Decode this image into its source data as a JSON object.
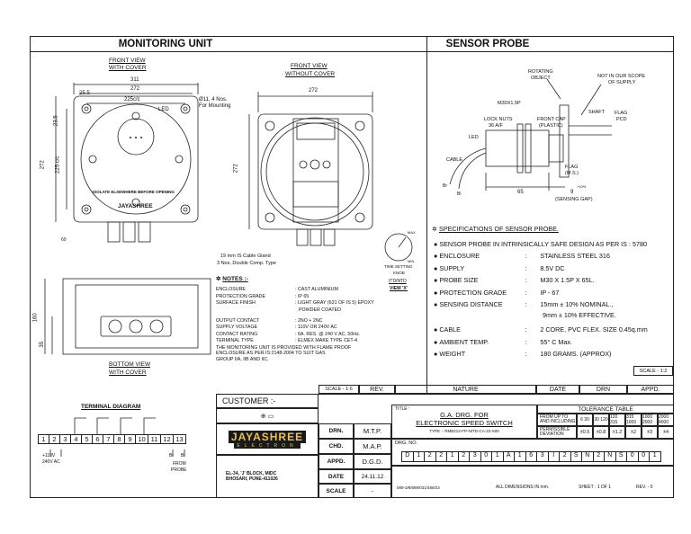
{
  "headers": {
    "monitoring": "MONITORING UNIT",
    "sensor": "SENSOR PROBE"
  },
  "views": {
    "front_with_cover": [
      "FRONT VIEW",
      "WITH COVER"
    ],
    "front_without_cover": [
      "FRONT VIEW",
      "WITHOUT COVER"
    ],
    "bottom_with_cover": [
      "BOTTOM VIEW",
      "WITH COVER"
    ]
  },
  "dims": {
    "d311": "311",
    "d272a": "272",
    "d225": "225c/c",
    "d255": "25.5",
    "mounting": [
      "Ø11, 4 Nos.",
      "For Mounting"
    ],
    "led": "LED",
    "v272": "272",
    "v225": "225 c/c",
    "v235": "23.5",
    "d60": "60",
    "d272b": "272",
    "v272b": "272",
    "d160": "160",
    "d35": "35"
  },
  "cover_text": {
    "isolate": "ISOLATE ELSEWHERE BEFORE OPENING",
    "brand": "JAYASHREE"
  },
  "gland_note": [
    "19 mm IS Cable Gland",
    "3 Nos. Double Comp. Type"
  ],
  "knob": {
    "max": "MAX",
    "min": "MIN",
    "label": [
      "TIME SETTING",
      "KNOB"
    ],
    "itd": "ITD/NTD",
    "view": "VIEW 'X'"
  },
  "notes": {
    "title": "NOTES :-",
    "items": [
      {
        "k": "ENCLOSURE",
        "v": ": CAST ALUMINIUM"
      },
      {
        "k": "PROTECTION GRADE",
        "v": ": IP 65"
      },
      {
        "k": "SURFACE FINISH",
        "v": ": LIGHT GRAY (631 OF IS 5) EPOXY"
      },
      {
        "k": "",
        "v": "POWDER COATED"
      },
      {
        "k": "OUTPUT CONTACT",
        "v": ": 2NO + 2NC"
      },
      {
        "k": "SUPPLY VOLTAGE",
        "v": ": 110V OR 240V AC"
      },
      {
        "k": "CONTACT RATING",
        "v": ": 6A. RES. @ 240 V AC, 50Hz."
      },
      {
        "k": "TERMINAL TYPE",
        "v": ": ELMEX MAKE TYPE CET-4"
      }
    ],
    "extra": [
      "THE MONITORING UNIT IS PROVIDED WITH FLAME PROOF",
      "ENCLOSURE AS PER IS:2148-2004 TO SUIT GAS",
      "GROUP IIA, IIB AND IIC."
    ]
  },
  "terminal": {
    "title": "TERMINAL DIAGRAM",
    "numbers": [
      "1",
      "2",
      "3",
      "4",
      "5",
      "6",
      "7",
      "8",
      "9",
      "10",
      "11",
      "12",
      "13"
    ],
    "supply": [
      "+110V",
      "240V AC"
    ],
    "probe": [
      "Br",
      "Bl",
      "FROM",
      "PROBE"
    ]
  },
  "sensor": {
    "rotating": [
      "ROTATING",
      "OBJECT"
    ],
    "scope": [
      "NOT IN OUR SCOPE",
      "OF SUPPLY"
    ],
    "m30": "M30X1.5P",
    "shaft": "SHAFT",
    "flag_pcd": [
      "FLAG",
      "PCD"
    ],
    "lock_nuts": [
      "LOCK NUTS",
      "36 A/F"
    ],
    "front_cap": [
      "FRONT CAP",
      "(PLASTIC)"
    ],
    "led": "LED",
    "cable": "CABLE",
    "flag_ms": [
      "FLAG",
      "(M.S.)"
    ],
    "d65": "65",
    "gap": "9",
    "gap_tol": "+10%",
    "sensing_gap": "(SENSING GAP)",
    "wire_br": "Br",
    "wire_bl": "Bl"
  },
  "specs": {
    "title": "SPECIFICATIONS OF SENSOR PROBE.",
    "intrinsic": "SENSOR PROBE IN INTRINSICALLY SAFE DESIGN AS PER IS : 5780",
    "items": [
      {
        "k": "ENCLOSURE",
        "v": "STAINLESS STEEL 316"
      },
      {
        "k": "SUPPLY",
        "v": "8.5V DC"
      },
      {
        "k": "PROBE SIZE",
        "v": "M30 X 1.5P X 65L."
      },
      {
        "k": "PROTECTION GRADE",
        "v": "IP - 67"
      },
      {
        "k": "SENSING DISTANCE",
        "v": "15mm ± 10% NOMINAL.,"
      },
      {
        "k": "",
        "v": "9mm ± 10% EFFECTIVE."
      },
      {
        "k": "CABLE",
        "v": "2 CORE, PVC FLEX. SIZE 0.45q.mm"
      },
      {
        "k": "AMBIENT TEMP.",
        "v": "55° C Max."
      },
      {
        "k": "WEIGHT",
        "v": "180 GRAMS. (APPROX)"
      }
    ]
  },
  "title_block": {
    "scale_12": "SCALE - 1:2",
    "scale_16": "SCALE - 1:6",
    "rev": "REV.",
    "nature": "NATURE",
    "date": "DATE",
    "drn": "DRN",
    "appd": "APPD.",
    "customer": "CUSTOMER :-",
    "drn_label": "DRN.",
    "drn_val": "M.T.P.",
    "chd_label": "CHD.",
    "chd_val": "M.A.P.",
    "appd_label": "APPD.",
    "appd_val": "D.G.D.",
    "date_label": "DATE",
    "date_val": "24.11.12",
    "scale_label": "SCALE",
    "scale_val": "-",
    "logo": "JAYASHREE",
    "logo_sub": "ELECTRON",
    "address": [
      "EL-34, 'J' BLOCK, MIDC",
      "BHOSARI, PUNE-411026"
    ],
    "title_label": "TITLE :",
    "title": [
      "G.A. DRG. FOR",
      "ELECTRONIC SPEED SWITCH"
    ],
    "type": "TYPE :- RMB212-FP-NITD-CA-22-S00",
    "drg_no_label": "DRG. NO.",
    "drg_no": [
      "D",
      "1",
      "2",
      "2",
      "1",
      "2",
      "3",
      "0",
      "1",
      "A",
      "1",
      "6",
      "3",
      "I",
      "2",
      "S",
      "N",
      "2",
      "N",
      "S",
      "0",
      "0",
      "1"
    ],
    "footer_ref": "089-3/9/889/031/486/23",
    "footer_dims": "ALL DIMENSIONS IN mm.",
    "footer_sheet": "SHEET : 1 OF 1",
    "footer_rev": "REV. - 0",
    "tolerance_title": "TOLERANCE TABLE",
    "tol_rows": [
      [
        "FROM UP TO AND INCLUDING",
        "6 30",
        "30 120",
        "120 315",
        "315 1000",
        "1000 2000",
        "2000 4000"
      ],
      [
        "PERMISSIBLE DEVIATION",
        "±0.5",
        "±0.8",
        "±1.2",
        "±2",
        "±3",
        "±4"
      ]
    ]
  }
}
